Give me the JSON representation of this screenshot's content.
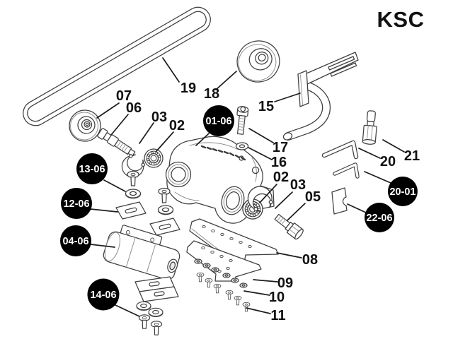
{
  "title": "KSC",
  "colors": {
    "background": "#ffffff",
    "line_art": "#3f3f3f",
    "line_art_light": "#8f8f8f",
    "leader_line": "#1c1c1c",
    "label_text": "#111111",
    "badge_bg": "#000000",
    "badge_text": "#ffffff",
    "title_text": "#111111"
  },
  "labels": [
    {
      "text": "07"
    },
    {
      "text": "06"
    },
    {
      "text": "03"
    },
    {
      "text": "02"
    },
    {
      "text": "19"
    },
    {
      "text": "18"
    },
    {
      "text": "15"
    },
    {
      "text": "17"
    },
    {
      "text": "16"
    },
    {
      "text": "20"
    },
    {
      "text": "21"
    },
    {
      "text": "02"
    },
    {
      "text": "03"
    },
    {
      "text": "05"
    },
    {
      "text": "08"
    },
    {
      "text": "09"
    },
    {
      "text": "10"
    },
    {
      "text": "11"
    }
  ],
  "badges": [
    {
      "text": "01-06"
    },
    {
      "text": "13-06"
    },
    {
      "text": "12-06"
    },
    {
      "text": "04-06"
    },
    {
      "text": "14-06"
    },
    {
      "text": "20-01"
    },
    {
      "text": "22-06"
    }
  ]
}
